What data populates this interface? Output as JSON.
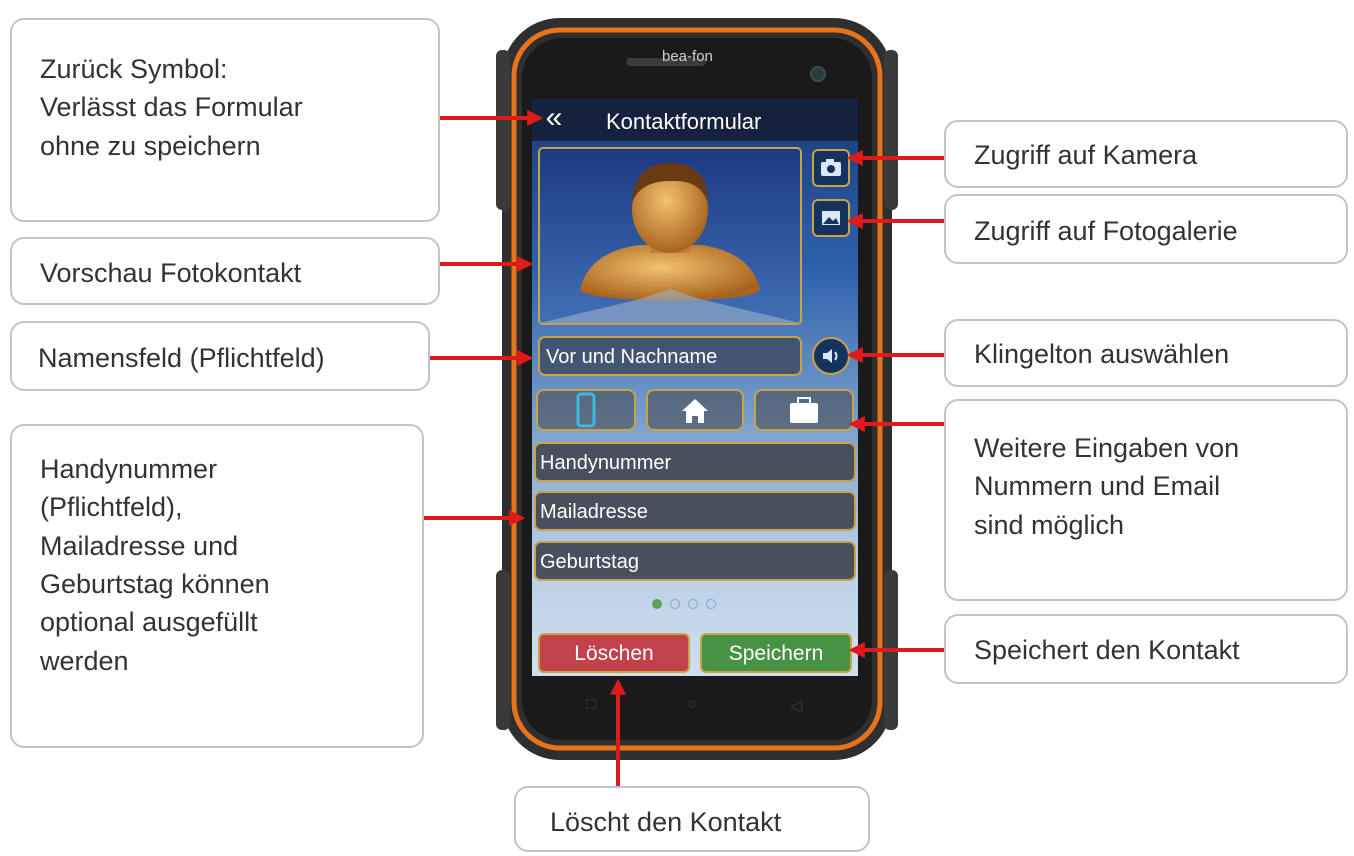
{
  "callouts": {
    "back": "Zurück Symbol:\nVerlässt das Formular\nohne zu speichern",
    "photo_preview": "Vorschau Fotokontakt",
    "name_field": "Namensfeld (Pflichtfeld)",
    "optional_fields": "Handynummer\n(Pflichtfeld),\nMailadresse und\nGeburtstag können\noptional ausgefüllt\nwerden",
    "camera": "Zugriff auf Kamera",
    "gallery": "Zugriff auf Fotogalerie",
    "ringtone": "Klingelton auswählen",
    "more_inputs": "Weitere Eingaben von\nNummern und Email\nsind möglich",
    "save": "Speichert den Kontakt",
    "delete": "Löscht den Kontakt"
  },
  "phone": {
    "brand": "bea-fon",
    "screen": {
      "back_icon": "«",
      "title": "Kontaktformular",
      "name_placeholder": "Vor und Nachname",
      "tabs": [
        "mobile-icon",
        "home-icon",
        "briefcase-icon"
      ],
      "fields": [
        "Handynummer",
        "Mailadresse",
        "Geburtstag"
      ],
      "page_dots": {
        "count": 4,
        "active": 1
      },
      "delete_label": "Löschen",
      "save_label": "Speichern"
    },
    "nav_keys": [
      "□",
      "○",
      "◁"
    ]
  },
  "colors": {
    "arrow": "#e01a1a",
    "phone_frame": "#333333",
    "phone_accent": "#e8731a",
    "delete": "#c2424c",
    "save": "#479244",
    "field_border": "#c9a347"
  }
}
